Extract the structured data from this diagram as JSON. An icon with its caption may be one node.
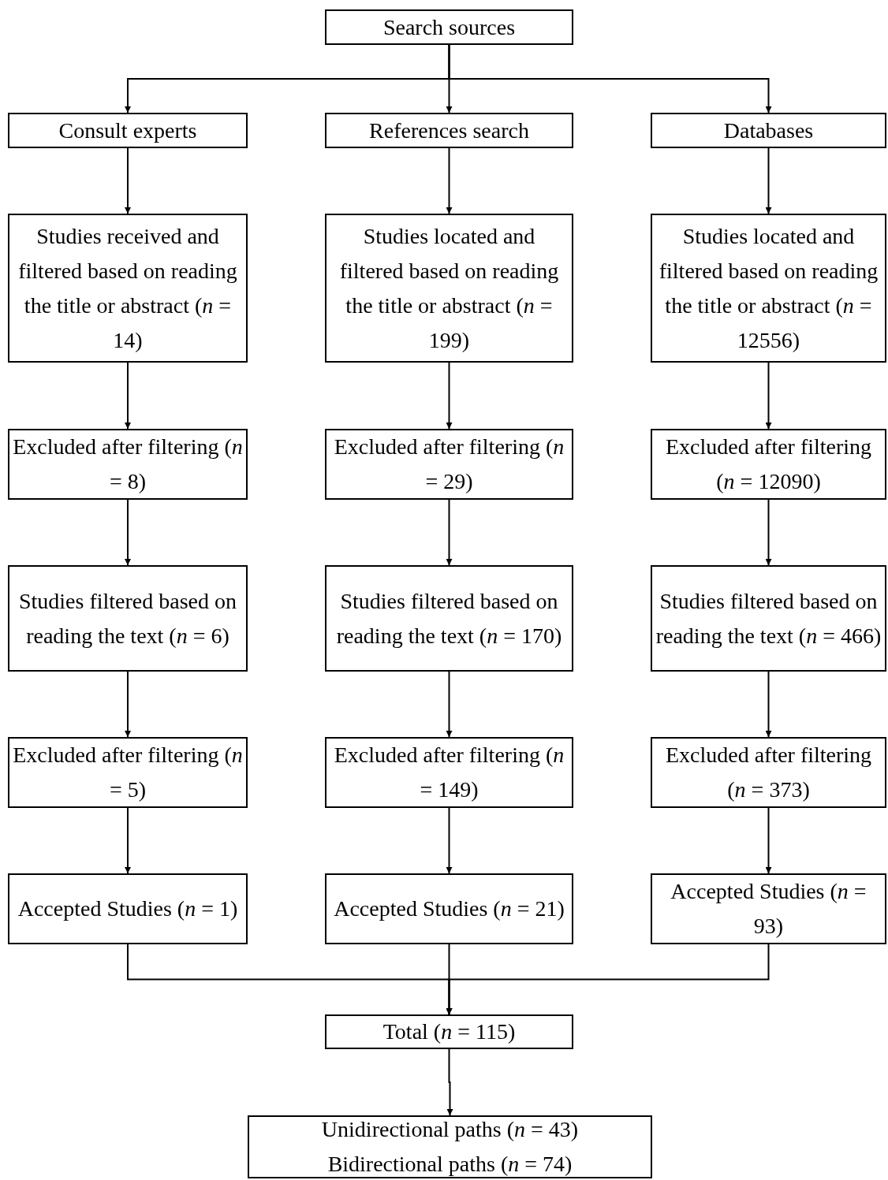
{
  "diagram": {
    "nodes": [
      {
        "text": [
          "Search sources"
        ]
      },
      {
        "text": [
          "Consult experts"
        ]
      },
      {
        "text": [
          "References search"
        ]
      },
      {
        "text": [
          "Databases"
        ]
      },
      {
        "text": [
          "Studies received and filtered based on reading the title or abstract (*n* = 14)"
        ]
      },
      {
        "text": [
          "Studies located and filtered based on reading the title or abstract (*n* = 199)"
        ]
      },
      {
        "text": [
          "Studies located and filtered based on reading the title or abstract (*n* = 12556)"
        ]
      },
      {
        "text": [
          "Excluded after filtering (*n* = 8)"
        ]
      },
      {
        "text": [
          "Excluded after filtering (*n* = 29)"
        ]
      },
      {
        "text": [
          "Excluded after filtering (*n* = 12090)"
        ]
      },
      {
        "text": [
          "Studies filtered based on reading the text (*n* = 6)"
        ]
      },
      {
        "text": [
          "Studies filtered based on reading the text (*n* = 170)"
        ]
      },
      {
        "text": [
          "Studies filtered based on reading the text (*n* = 466)"
        ]
      },
      {
        "text": [
          "Excluded after filtering (*n* = 5)"
        ]
      },
      {
        "text": [
          "Excluded after filtering (*n* = 149)"
        ]
      },
      {
        "text": [
          "Excluded after filtering (*n* = 373)"
        ]
      },
      {
        "text": [
          "Accepted Studies (*n* = 1)"
        ]
      },
      {
        "text": [
          "Accepted Studies (*n* = 21)"
        ]
      },
      {
        "text": [
          "Accepted Studies (*n* = 93)"
        ]
      },
      {
        "text": [
          "Total (*n* = 115)"
        ]
      },
      {
        "text": [
          "Unidirectional paths (*n* = 43)",
          "Bidirectional paths (*n* = 74)"
        ]
      }
    ],
    "edges": [
      {
        "from": 0,
        "to": 1,
        "arrow": "to"
      },
      {
        "from": 0,
        "to": 2,
        "arrow": "to"
      },
      {
        "from": 0,
        "to": 3,
        "arrow": "to"
      },
      {
        "from": 1,
        "to": 4,
        "arrow": "to"
      },
      {
        "from": 2,
        "to": 5,
        "arrow": "to"
      },
      {
        "from": 3,
        "to": 6,
        "arrow": "to"
      },
      {
        "from": 4,
        "to": 7,
        "arrow": "to"
      },
      {
        "from": 5,
        "to": 8,
        "arrow": "to"
      },
      {
        "from": 6,
        "to": 9,
        "arrow": "to"
      },
      {
        "from": 7,
        "to": 10,
        "arrow": "to"
      },
      {
        "from": 8,
        "to": 11,
        "arrow": "to"
      },
      {
        "from": 9,
        "to": 12,
        "arrow": "to"
      },
      {
        "from": 10,
        "to": 13,
        "arrow": "to"
      },
      {
        "from": 11,
        "to": 14,
        "arrow": "to"
      },
      {
        "from": 12,
        "to": 15,
        "arrow": "to"
      },
      {
        "from": 13,
        "to": 16,
        "arrow": "to"
      },
      {
        "from": 14,
        "to": 17,
        "arrow": "to"
      },
      {
        "from": 15,
        "to": 18,
        "arrow": "to"
      },
      {
        "from": 16,
        "to": 19,
        "arrow": "to"
      },
      {
        "from": 17,
        "to": 19,
        "arrow": "to"
      },
      {
        "from": 18,
        "to": 19,
        "arrow": "to"
      },
      {
        "from": 19,
        "to": 20,
        "arrow": "to"
      }
    ]
  }
}
